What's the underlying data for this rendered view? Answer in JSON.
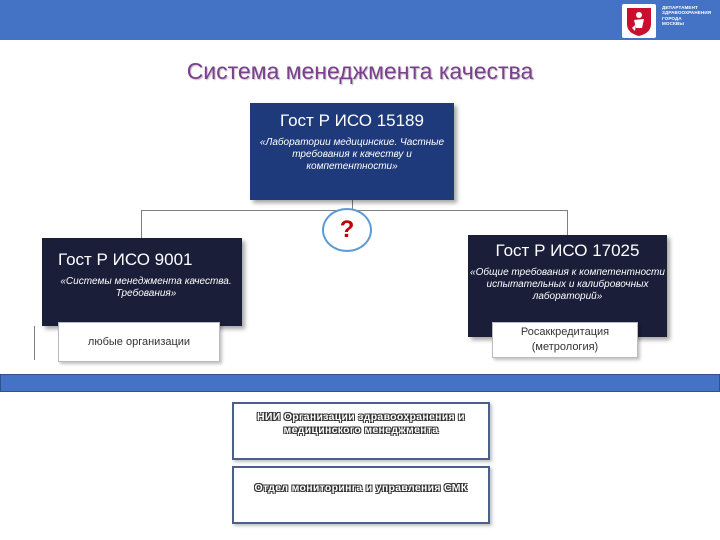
{
  "logo": {
    "text_lines": [
      "ДЕПАРТАМЕНТ",
      "ЗДРАВООХРАНЕНИЯ",
      "ГОРОДА",
      "МОСКВЫ"
    ]
  },
  "title": "Система менеджмента качества",
  "diagram": {
    "top_box": {
      "heading": "Гост Р ИСО 15189",
      "subtitle": "«Лаборатории медицинские. Частные требования к качеству и компетентности»"
    },
    "question_mark": "?",
    "left_box": {
      "heading": "Гост Р ИСО 9001",
      "subtitle": "«Системы менеджмента качества. Требования»",
      "note": "любые организации"
    },
    "right_box": {
      "heading": "Гост Р ИСО 17025",
      "subtitle": "«Общие требования к компетентности испытательных и калибровочных лабораторий»",
      "note": "Росаккредитация (метрология)"
    },
    "org_units": [
      {
        "label": "НИИ Организации здравоохранения и медицинского менеджмента"
      },
      {
        "label": "Отдел мониторинга и управления СМК"
      }
    ]
  },
  "colors": {
    "header_bar": "#4472c4",
    "title": "#7b3f8e",
    "box_blue": "#1f3a7a",
    "box_dark": "#1a1e38",
    "question": "#c00000"
  }
}
